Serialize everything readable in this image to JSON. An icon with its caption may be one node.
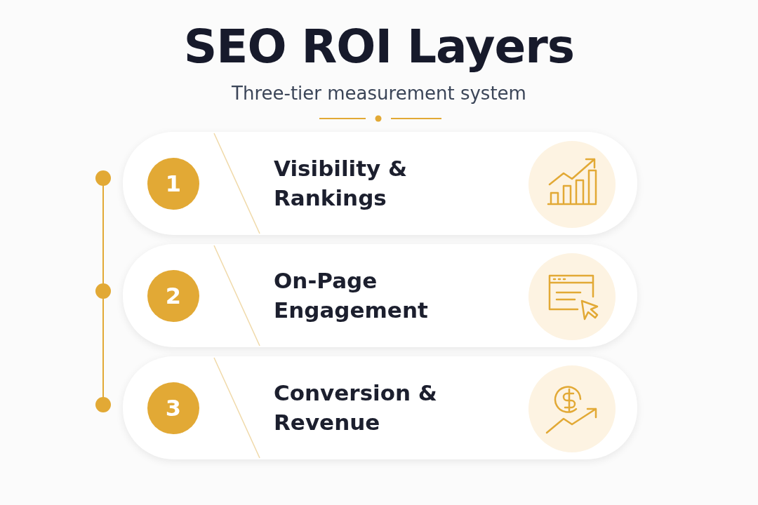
{
  "diagram": {
    "title": "SEO ROI Layers",
    "nodes": [
      {
        "text": [
          "Visibility & Rankings"
        ]
      },
      {
        "text": [
          "1"
        ],
        "in": 0
      },
      {
        "text": [
          "On-Page Engagement"
        ]
      },
      {
        "text": [
          "2"
        ],
        "in": 2
      },
      {
        "text": [
          "Conversion & Revenue"
        ]
      },
      {
        "text": [
          "3"
        ],
        "in": 4
      }
    ],
    "labels": [
      "Three-tier measurement system"
    ]
  }
}
